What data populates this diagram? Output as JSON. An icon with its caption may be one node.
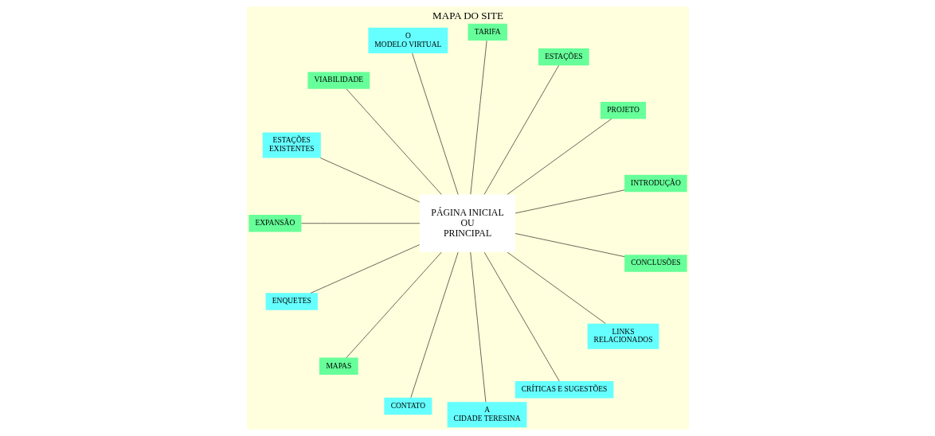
{
  "diagram": {
    "title": "MAPA DO SITE",
    "nodes": [
      {
        "text": [
          "INTRODUÇÃO"
        ]
      },
      {
        "text": [
          "PROJETO"
        ]
      },
      {
        "text": [
          "ESTAÇÕES"
        ]
      },
      {
        "text": [
          "TARIFA"
        ]
      },
      {
        "text": [
          "O MODELO VIRTUAL"
        ]
      },
      {
        "text": [
          "VIABILIDADE"
        ]
      },
      {
        "text": [
          "PÁGINA INICIAL OU PRINCIPAL"
        ]
      },
      {
        "text": [
          "ESTAÇÕES EXISTENTES"
        ]
      },
      {
        "text": [
          "EXPANSÃO"
        ]
      },
      {
        "text": [
          "ENQUETES"
        ]
      },
      {
        "text": [
          "MAPAS"
        ]
      },
      {
        "text": [
          "CONTATO"
        ]
      },
      {
        "text": [
          "A CIDADE TERESINA"
        ]
      },
      {
        "text": [
          "CRÍTICAS E SUGESTÕES"
        ]
      },
      {
        "text": [
          "LINKS RELACIONADOS"
        ]
      },
      {
        "text": [
          "CONCLUSÕES"
        ]
      }
    ],
    "edges": [
      {
        "from": 6,
        "to": 0,
        "arrow": "none"
      },
      {
        "from": 6,
        "to": 1,
        "arrow": "none"
      },
      {
        "from": 6,
        "to": 2,
        "arrow": "none"
      },
      {
        "from": 6,
        "to": 3,
        "arrow": "none"
      },
      {
        "from": 6,
        "to": 4,
        "arrow": "none"
      },
      {
        "from": 6,
        "to": 5,
        "arrow": "none"
      },
      {
        "from": 6,
        "to": 7,
        "arrow": "none"
      },
      {
        "from": 6,
        "to": 8,
        "arrow": "none"
      },
      {
        "from": 6,
        "to": 9,
        "arrow": "none"
      },
      {
        "from": 6,
        "to": 10,
        "arrow": "none"
      },
      {
        "from": 6,
        "to": 11,
        "arrow": "none"
      },
      {
        "from": 6,
        "to": 12,
        "arrow": "none"
      },
      {
        "from": 6,
        "to": 13,
        "arrow": "none"
      },
      {
        "from": 6,
        "to": 14,
        "arrow": "none"
      },
      {
        "from": 6,
        "to": 15,
        "arrow": "none"
      }
    ]
  }
}
